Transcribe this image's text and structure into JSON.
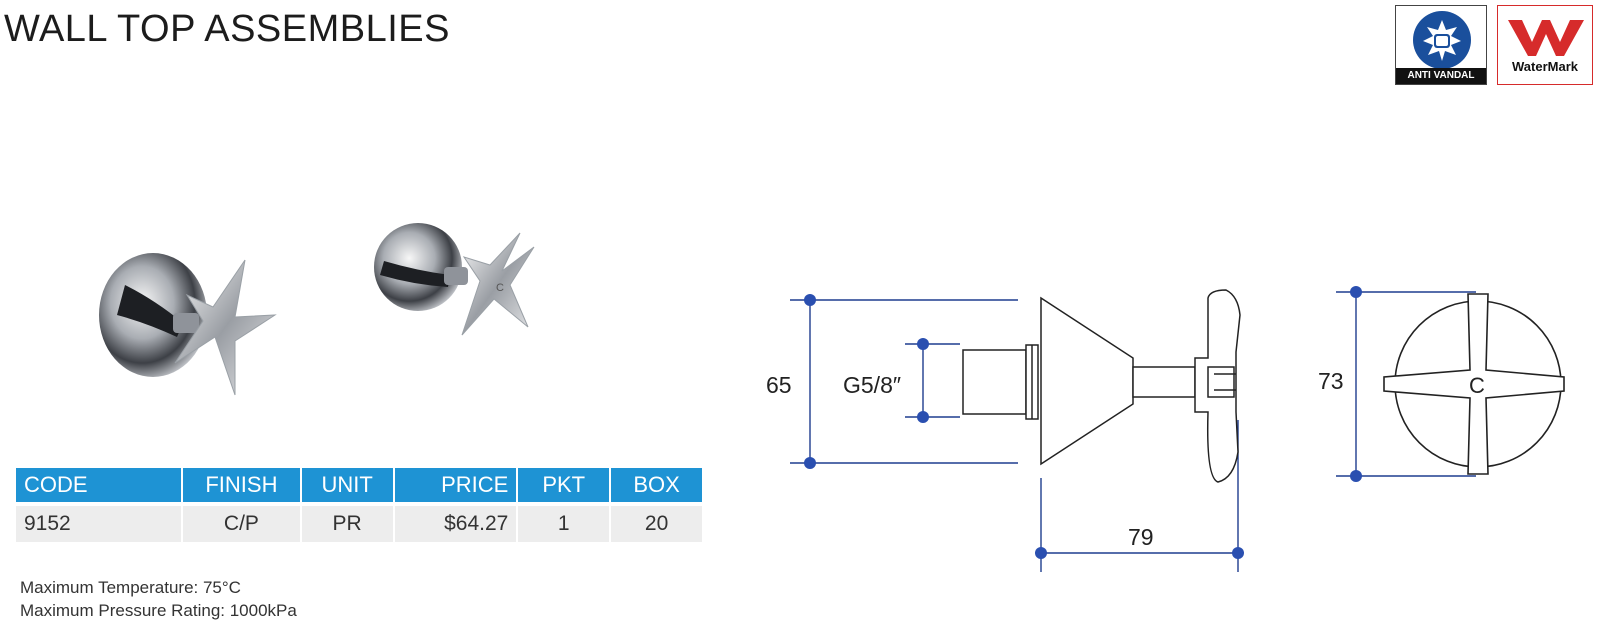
{
  "title": "WALL TOP ASSEMBLIES",
  "badges": {
    "anti_vandal": {
      "label": "ANTI VANDAL",
      "icon": "anti-vandal-fist-icon",
      "color": "#1a4f9c"
    },
    "watermark": {
      "label": "WaterMark",
      "icon": "watermark-w-icon",
      "color": "#d62b2b"
    }
  },
  "table": {
    "headers": [
      "CODE",
      "FINISH",
      "UNIT",
      "PRICE",
      "PKT",
      "BOX"
    ],
    "rows": [
      [
        "9152",
        "C/P",
        "PR",
        "$64.27",
        "1",
        "20"
      ]
    ],
    "header_color": "#1e93d4"
  },
  "specs": [
    "Maximum Temperature: 75°C",
    "Maximum Pressure Rating: 1000kPa"
  ],
  "drawing": {
    "height_dim": "65",
    "thread_dim": "G5/8″",
    "length_dim": "79",
    "handle_dim": "73",
    "handle_mark": "C",
    "line_color": "#1f3d8f"
  }
}
